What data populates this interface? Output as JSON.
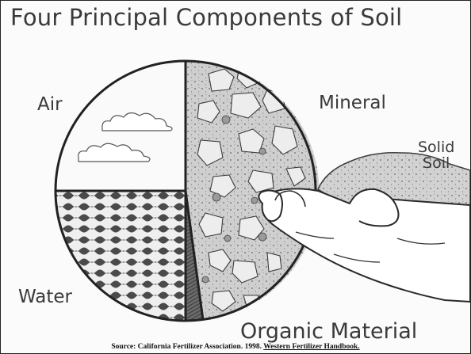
{
  "title": "Four Principal Components of Soil",
  "components": {
    "air": "Air",
    "mineral": "Mineral",
    "water": "Water",
    "organic": "Organic Material",
    "solid_line1": "Solid",
    "solid_line2": "Soil"
  },
  "source": {
    "prefix": "Source: California Fertilizer Association.  1998.",
    "book": "Western Fertilizer Handbook."
  }
}
